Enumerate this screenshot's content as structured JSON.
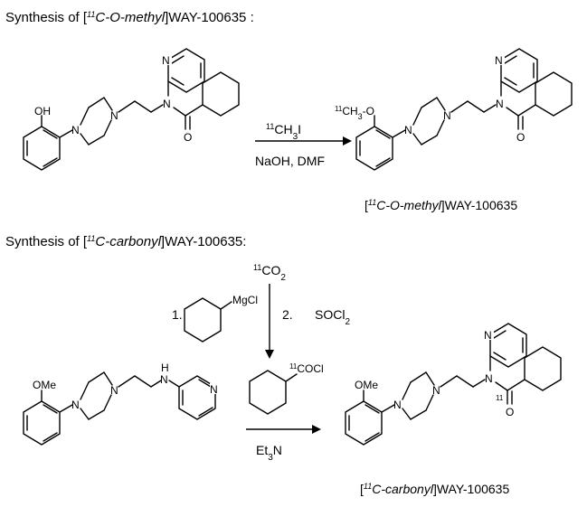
{
  "scheme1": {
    "title_prefix": "Synthesis of [",
    "title_label": "C-O-methyl",
    "title_suffix": "]WAY-100635 :",
    "reagent_top": "CH",
    "reagent_top_sub": "3",
    "reagent_top_tail": "I",
    "conditions_bottom": "NaOH, DMF",
    "reactant_oh": "OH",
    "product_methoxy": "CH",
    "product_methoxy_sub": "3",
    "product_methoxy_tail": "-O",
    "product_name_prefix": "[",
    "product_name_label": "C-O-methyl",
    "product_name_suffix": "]WAY-100635"
  },
  "scheme2": {
    "title_prefix": "Synthesis of [",
    "title_label": "C-carbonyl",
    "title_suffix": "]WAY-100635:",
    "co2_main": "CO",
    "co2_sub": "2",
    "step1": "1.",
    "grignard": "MgCl",
    "step2": "2.",
    "socl2_main": "SOCl",
    "socl2_sub": "2",
    "acyl_chloride": "COCl",
    "reactant_ome": "OMe",
    "reactant_nh": "H",
    "base_main": "Et",
    "base_sub": "3",
    "base_tail": "N",
    "product_ome": "OMe",
    "product_name_prefix": "[",
    "product_name_label": "C-carbonyl",
    "product_name_suffix": "]WAY-100635"
  },
  "atoms": {
    "isotope": "11",
    "nitrogen": "N",
    "oxygen": "O"
  }
}
